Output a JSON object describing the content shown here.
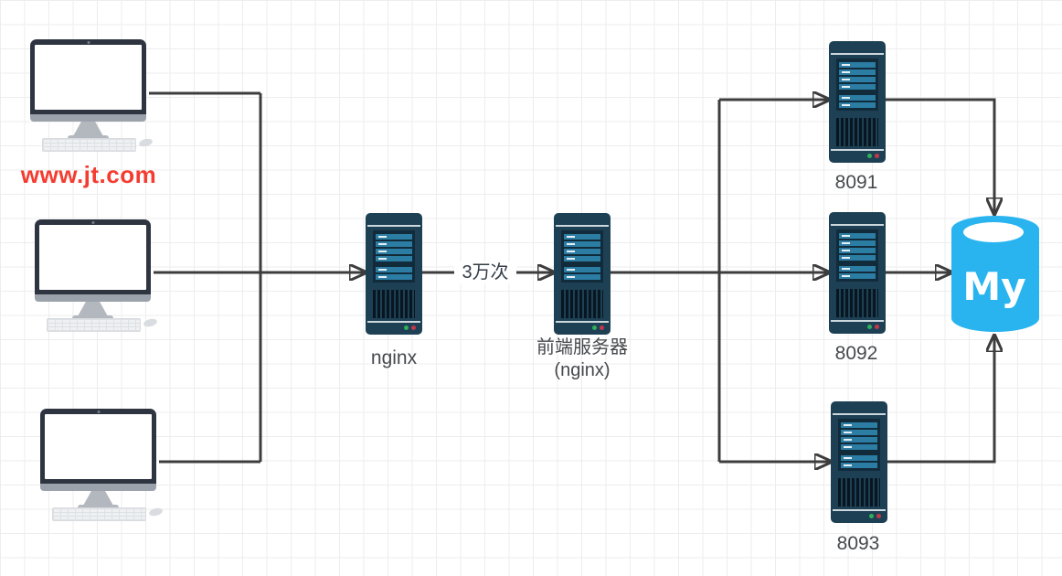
{
  "diagram": {
    "clients": {
      "count": 3,
      "domain_label": "www.jt.com"
    },
    "load_balancer": {
      "label": "nginx"
    },
    "frontend_server": {
      "label": "前端服务器",
      "sublabel": "(nginx)"
    },
    "traffic_annotation": "3万次",
    "backend_servers": [
      {
        "port": "8091"
      },
      {
        "port": "8092"
      },
      {
        "port": "8093"
      }
    ],
    "database": {
      "label": "My"
    },
    "icons": {
      "client": "desktop-computer-icon",
      "server": "rack-server-icon",
      "database": "database-cylinder-icon",
      "connector": "arrow-line"
    },
    "colors": {
      "domain_label_red": "#f53c30",
      "database_cyan": "#29b4ef",
      "server_navy": "#1e4054",
      "server_slot_teal": "#2c7da4",
      "connector_dark": "#3d3d3d",
      "label_gray": "#46494d",
      "grid_line": "#ededed"
    }
  }
}
